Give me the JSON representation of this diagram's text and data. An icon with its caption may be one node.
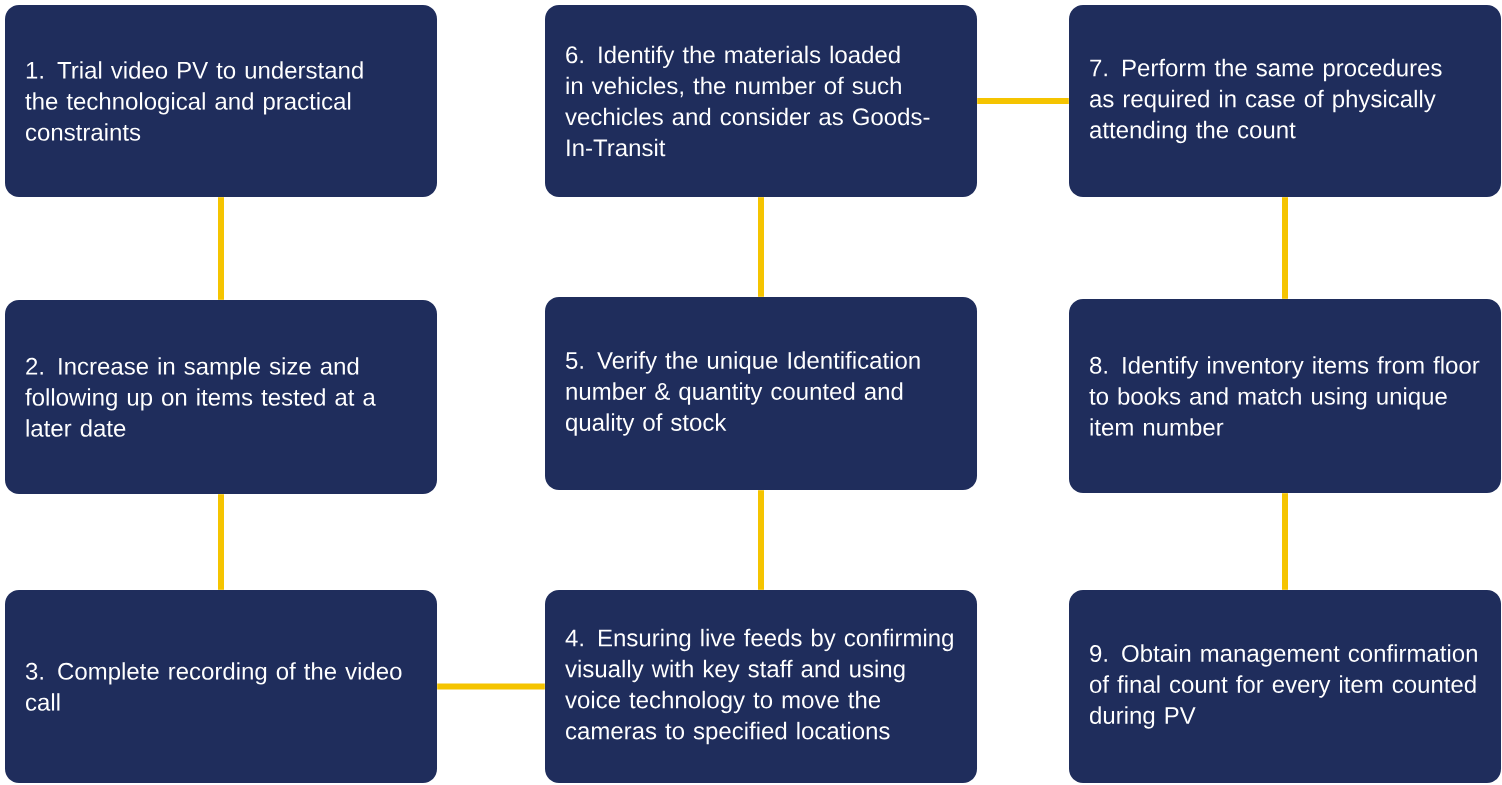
{
  "diagram": {
    "nodes": [
      {
        "text": [
          "1. Trial video PV to understand the technological and practical constraints"
        ]
      },
      {
        "text": [
          "2. Increase in sample size and following up on items tested at a later date"
        ]
      },
      {
        "text": [
          "3. Complete recording of the video call"
        ]
      },
      {
        "text": [
          "4. Ensuring live feeds by confirming visually with key staff and using voice technology to move the cameras to specified locations"
        ]
      },
      {
        "text": [
          "5. Verify the unique Identification number & quantity counted and quality of stock"
        ]
      },
      {
        "text": [
          "6. Identify the materials loaded in vehicles, the number of such vechicles and consider as Goods-In-Transit"
        ]
      },
      {
        "text": [
          "7. Perform the same procedures as required in case of physically attending the count"
        ]
      },
      {
        "text": [
          "8. Identify inventory items from floor to books and match using unique item number"
        ]
      },
      {
        "text": [
          "9. Obtain management confirmation of final count for every item counted during PV"
        ]
      }
    ],
    "edges": [
      {
        "from": 0,
        "to": 1,
        "arrow": "none"
      },
      {
        "from": 1,
        "to": 2,
        "arrow": "none"
      },
      {
        "from": 2,
        "to": 3,
        "arrow": "none"
      },
      {
        "from": 3,
        "to": 4,
        "arrow": "none"
      },
      {
        "from": 4,
        "to": 5,
        "arrow": "none"
      },
      {
        "from": 5,
        "to": 6,
        "arrow": "none"
      },
      {
        "from": 6,
        "to": 7,
        "arrow": "none"
      },
      {
        "from": 7,
        "to": 8,
        "arrow": "none"
      }
    ]
  }
}
